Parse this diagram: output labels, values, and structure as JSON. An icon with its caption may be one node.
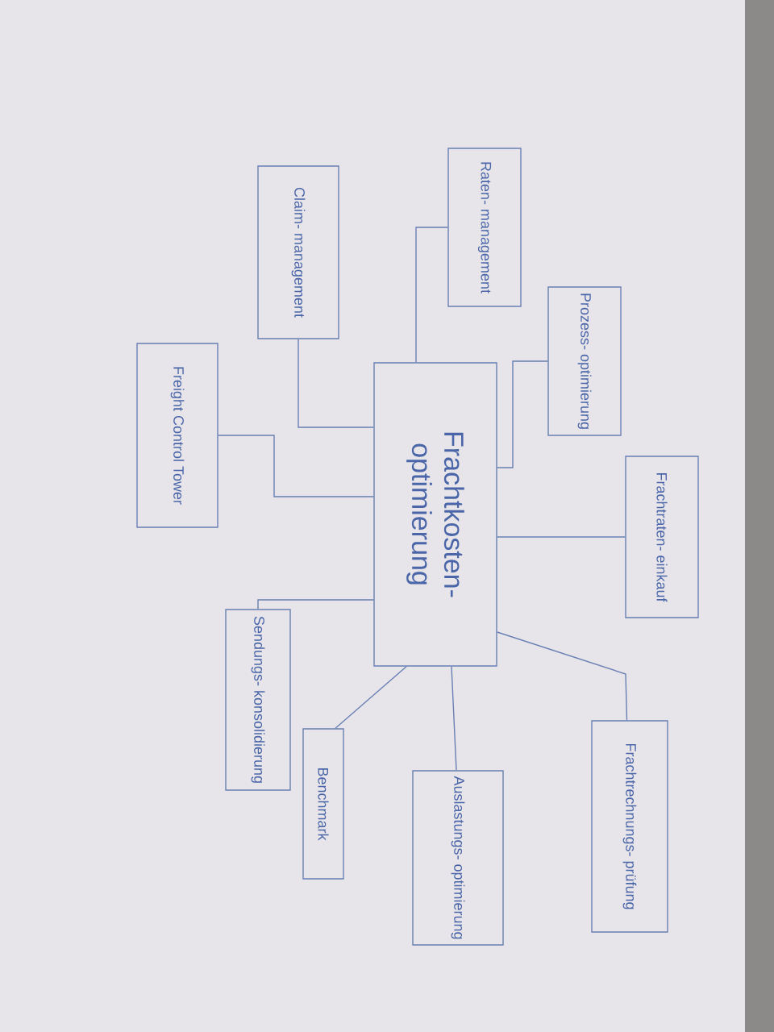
{
  "diagram": {
    "nodes": [
      {
        "text": [
          "Frachtkosten- optimierung"
        ]
      },
      {
        "text": [
          "Raten- management"
        ]
      },
      {
        "text": [
          "Claim- management"
        ]
      },
      {
        "text": [
          "Prozess- optimierung"
        ]
      },
      {
        "text": [
          "Freight Control Tower"
        ]
      },
      {
        "text": [
          "Frachtraten- einkauf"
        ]
      },
      {
        "text": [
          "Sendungs- konsolidierung"
        ]
      },
      {
        "text": [
          "Benchmark"
        ]
      },
      {
        "text": [
          "Auslastungs- optimierung"
        ]
      },
      {
        "text": [
          "Frachtrechnungs- prüfung"
        ]
      }
    ],
    "edges": [
      {
        "from": 0,
        "to": 1,
        "arrow": "none"
      },
      {
        "from": 0,
        "to": 2,
        "arrow": "none"
      },
      {
        "from": 0,
        "to": 3,
        "arrow": "none"
      },
      {
        "from": 0,
        "to": 4,
        "arrow": "none"
      },
      {
        "from": 0,
        "to": 5,
        "arrow": "none"
      },
      {
        "from": 0,
        "to": 6,
        "arrow": "none"
      },
      {
        "from": 0,
        "to": 7,
        "arrow": "none"
      },
      {
        "from": 0,
        "to": 8,
        "arrow": "none"
      },
      {
        "from": 0,
        "to": 9,
        "arrow": "none"
      }
    ]
  }
}
